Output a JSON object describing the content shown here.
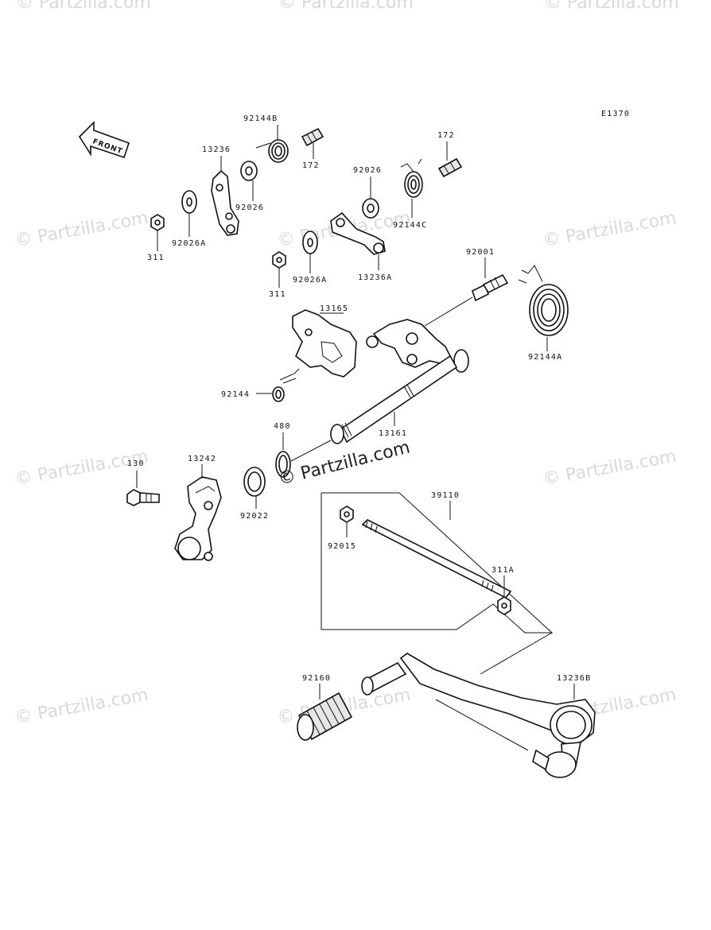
{
  "diagram_code": "E1370",
  "front_label": "FRONT",
  "watermark": "© Partzilla.com",
  "center_watermark": "© Partzilla.com",
  "parts": {
    "p92144B": "92144B",
    "p172a": "172",
    "p13236": "13236",
    "p92026a": "92026",
    "p311a": "311",
    "p92026A1": "92026A",
    "p92026b": "92026",
    "p92144C": "92144C",
    "p172b": "172",
    "p92026A2": "92026A",
    "p13236A": "13236A",
    "p311b": "311",
    "p92001": "92001",
    "p13165": "13165",
    "p92144A": "92144A",
    "p92144": "92144",
    "p480": "480",
    "p13161": "13161",
    "p130": "130",
    "p13242": "13242",
    "p92022": "92022",
    "p39110": "39110",
    "p92015": "92015",
    "p311A": "311A",
    "p92160": "92160",
    "p13236B": "13236B"
  }
}
